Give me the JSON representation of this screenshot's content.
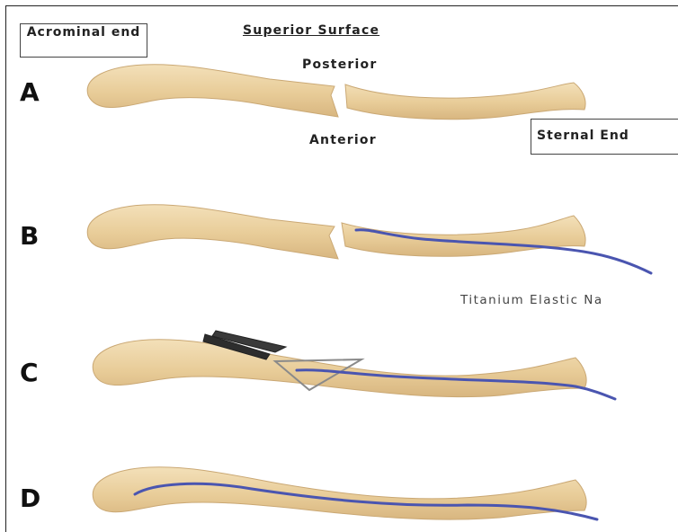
{
  "labels": {
    "acromial_end": "Acrominal end",
    "superior_surface": "Superior Surface",
    "posterior": "Posterior",
    "anterior": "Anterior",
    "sternal_end": "Sternal End",
    "nail": "Titanium Elastic Na"
  },
  "panels": [
    "A",
    "B",
    "C",
    "D"
  ],
  "colors": {
    "bone": "#ecd2a4",
    "bone_edge": "#c9a877",
    "nail": "#4a55b0"
  }
}
